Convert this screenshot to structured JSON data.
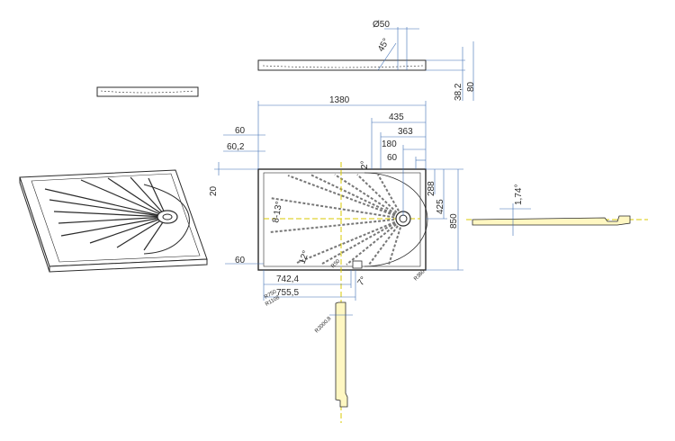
{
  "drawing": {
    "dimensions": {
      "diameter": "Ø50",
      "angle_45": "45°",
      "height_382": "38,2",
      "height_80": "80",
      "width_1380": "1380",
      "width_435": "435",
      "width_363": "363",
      "width_180": "180",
      "width_60_right": "60",
      "width_60_top": "60",
      "width_602": "60,2",
      "left_20": "20",
      "left_60_bottom": "60",
      "angle_2": "2°",
      "angle_8_13": "8-13°",
      "angle_12": "12°",
      "height_288": "288",
      "height_425": "425",
      "height_850": "850",
      "width_7424": "742,4",
      "width_7555": "755,5",
      "angle_174": "1,74°",
      "angle_7": "7°",
      "radius_label": "R360",
      "small_radius": "R50",
      "small_dim_a": "R750",
      "small_dim_b": "R1108",
      "section_radius": "R2000,8"
    },
    "colors": {
      "outline": "#2b2b2b",
      "dimension": "#3f6fb5",
      "centerline": "#d8c800",
      "section_fill": "#fff7c2"
    }
  }
}
